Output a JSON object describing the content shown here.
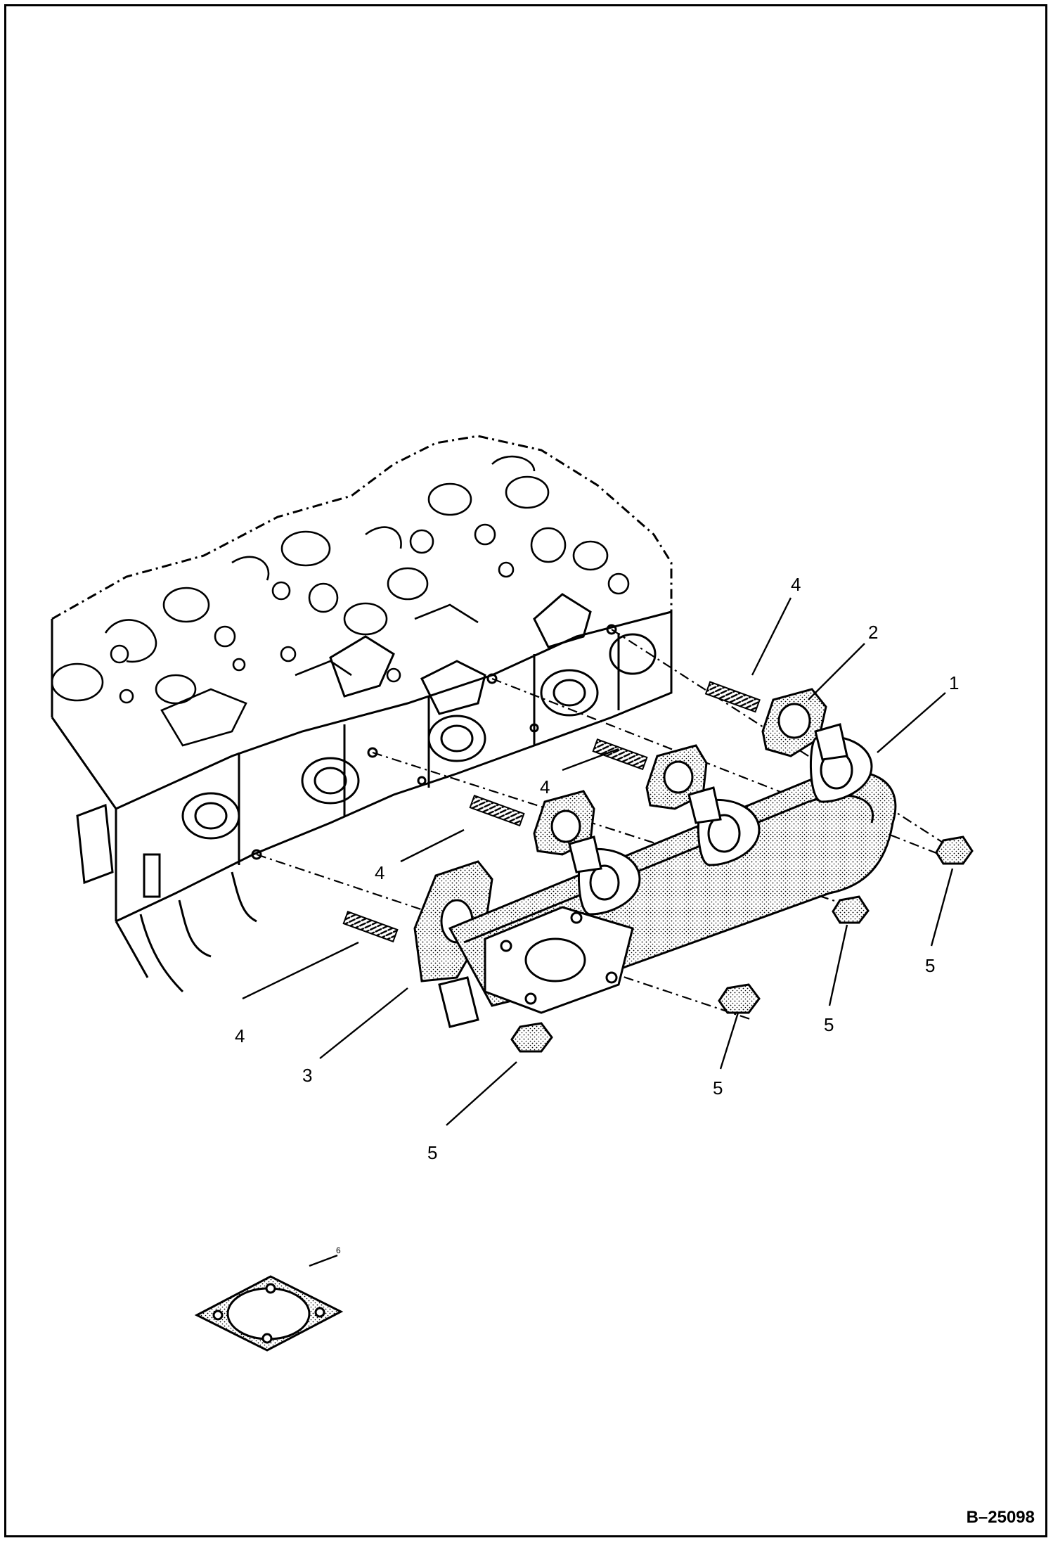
{
  "figure": {
    "id": "B–25098"
  },
  "callouts": [
    {
      "label": "1"
    },
    {
      "label": "2"
    },
    {
      "label": "3"
    },
    {
      "label": "4"
    },
    {
      "label": "4"
    },
    {
      "label": "4"
    },
    {
      "label": "4"
    },
    {
      "label": "5"
    },
    {
      "label": "5"
    },
    {
      "label": "5"
    },
    {
      "label": "5"
    },
    {
      "label": "6"
    }
  ]
}
